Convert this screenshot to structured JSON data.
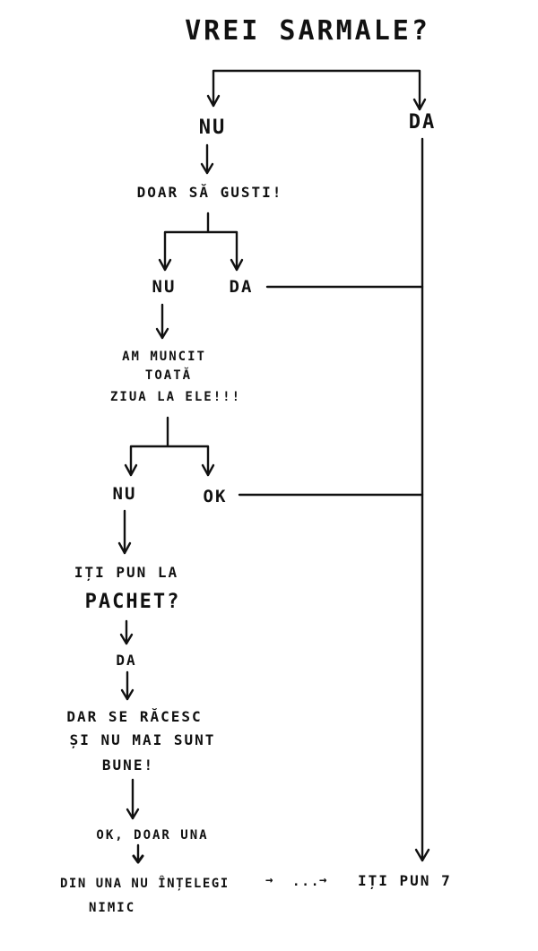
{
  "title": "VREI SARMALE?",
  "nodes": {
    "nu_1": "NU",
    "da_1": "DA",
    "doar_sa_gusti": "DOAR SĂ GUSTI!",
    "nu_2": "NU",
    "da_2": "DA",
    "am_muncit_1": "AM MUNCIT",
    "am_muncit_2": "TOATĂ",
    "am_muncit_3": "ZIUA LA ELE!!!",
    "nu_3": "NU",
    "ok": "OK",
    "iti_pun_la_pachet_1": "IȚI PUN LA",
    "iti_pun_la_pachet_2": "PACHET?",
    "da_3": "DA",
    "se_racesc_1": "DAR SE RĂCESC",
    "se_racesc_2": "ȘI NU MAI SUNT",
    "se_racesc_3": "BUNE!",
    "ok_doar_una": "OK, DOAR UNA",
    "din_una_1": "DIN UNA NU ÎNȚELEGI",
    "din_una_2": "NIMIC",
    "arrow_1": "→",
    "ellipsis": "...",
    "arrow_2": "→",
    "iti_pun_7": "IȚI PUN 7"
  }
}
